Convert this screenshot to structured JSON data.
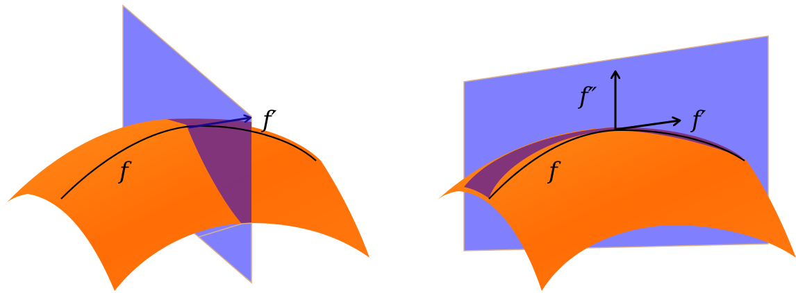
{
  "figure": {
    "left_panel": {
      "curve_label": "f",
      "tangent_label": "f′"
    },
    "right_panel": {
      "curve_label": "f",
      "tangent_label": "f′",
      "normal_label": "f″"
    }
  },
  "colors": {
    "surface_light": "#ff8c1a",
    "surface_dark": "#ff6a00",
    "plane": "#8080ff",
    "plane_edge": "#d9b08c",
    "overlap": "#7a3080",
    "tangent_arrow": "#1a0a8c",
    "curve": "#000000"
  }
}
